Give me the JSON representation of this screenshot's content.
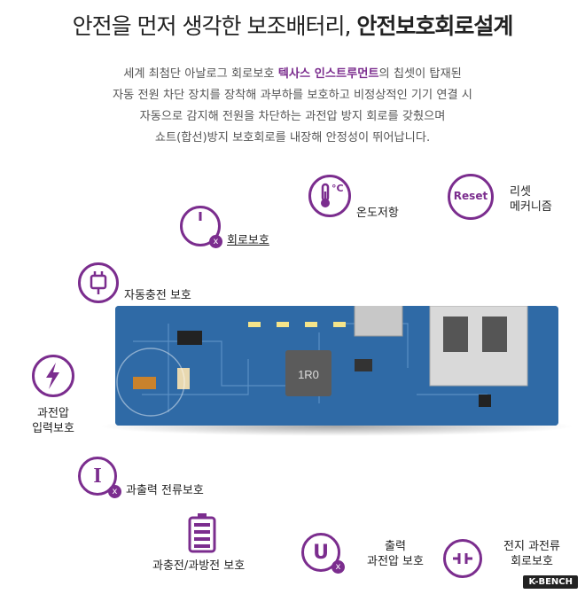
{
  "header": {
    "title_normal": "안전을 먼저 생각한 보조배터리,",
    "title_bold": "안전보호회로설계"
  },
  "description": {
    "line1_pre": "세계 최첨단 아날로그 회로보호",
    "line1_highlight": "텍사스 인스트루먼트",
    "line1_post": "의 칩셋이 탑재된",
    "line2": "자동 전원 차단 장치를 장착해 과부하를 보호하고 비정상적인 기기 연결 시",
    "line3": "자동으로 감지해 전원을 차단하는 과전압 방지 회로를 갖췄으며",
    "line4": "쇼트(합선)방지 보호회로를 내장해 안정성이 뛰어납니다."
  },
  "features": {
    "temperature": {
      "label": "온도저항",
      "icon": "thermometer-icon",
      "unit": "°C"
    },
    "reset": {
      "label_line1": "리셋",
      "label_line2": "메커니즘",
      "icon": "reset-icon",
      "icon_text": "Reset"
    },
    "circuit": {
      "label": "회로보호",
      "icon": "power-icon"
    },
    "auto_charge": {
      "label": "자동충전 보호",
      "icon": "plug-icon"
    },
    "over_voltage_input": {
      "label_line1": "과전압",
      "label_line2": "입력보호",
      "icon": "lightning-icon"
    },
    "over_current": {
      "label": "과출력 전류보호",
      "icon": "current-icon",
      "icon_text": "I"
    },
    "charge_discharge": {
      "label": "과충전/과방전 보호",
      "icon": "battery-icon"
    },
    "output_voltage": {
      "label_line1": "출력",
      "label_line2": "과전압 보호",
      "icon": "voltage-icon",
      "icon_text": "U"
    },
    "battery_current": {
      "label_line1": "전지 과전류",
      "label_line2": "회로보호",
      "icon": "switch-icon"
    }
  },
  "board": {
    "chip_label": "1R0"
  },
  "watermark": "K-BENCH",
  "colors": {
    "accent": "#7b2d8e",
    "board": "#2f6aa6"
  }
}
